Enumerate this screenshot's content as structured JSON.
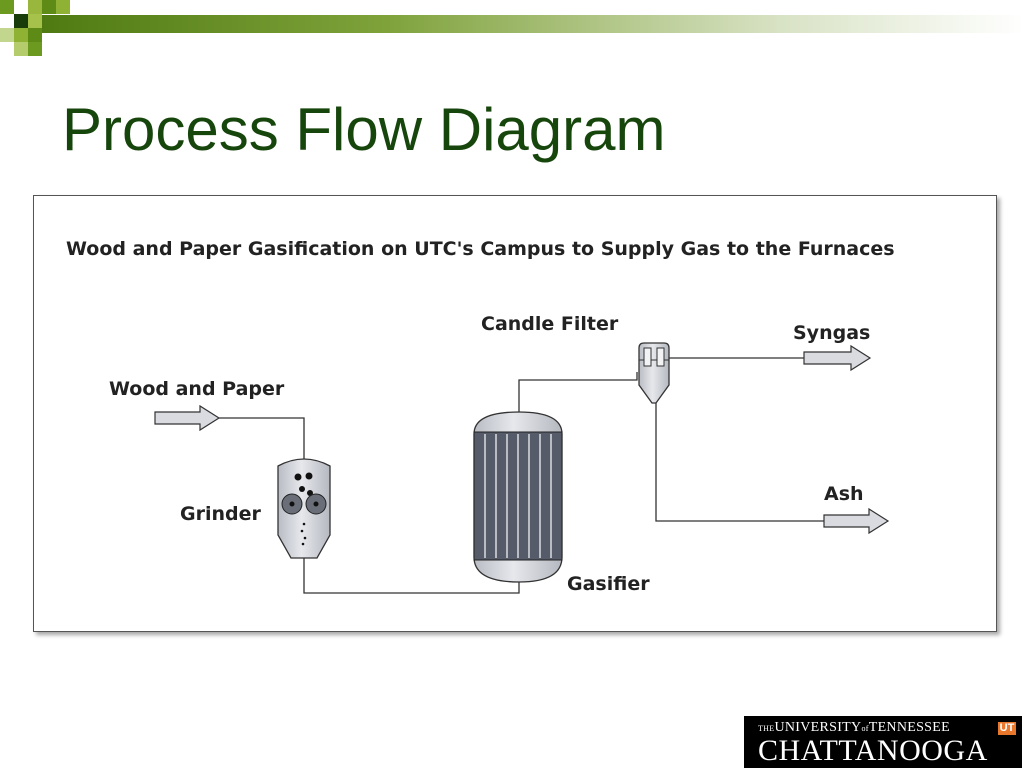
{
  "slide": {
    "title": "Process Flow Diagram"
  },
  "diagram": {
    "caption": "Wood and Paper Gasification on UTC's Campus to Supply Gas to the Furnaces",
    "labels": {
      "wood_and_paper": "Wood and Paper",
      "grinder": "Grinder",
      "gasifier": "Gasifier",
      "candle_filter": "Candle Filter",
      "syngas": "Syngas",
      "ash": "Ash"
    }
  },
  "logo": {
    "the": "THE",
    "university": "UNIVERSITY",
    "of": "of",
    "tennessee": "TENNESSEE",
    "ut": "UT",
    "chattanooga": "CHATTANOOGA"
  },
  "colors": {
    "title": "#17460d",
    "accent_green": "#5f8a1e",
    "equipment_fill": "#d9dbe0",
    "gasifier_tubes": "#565b69",
    "logo_ut": "#e8762b"
  }
}
